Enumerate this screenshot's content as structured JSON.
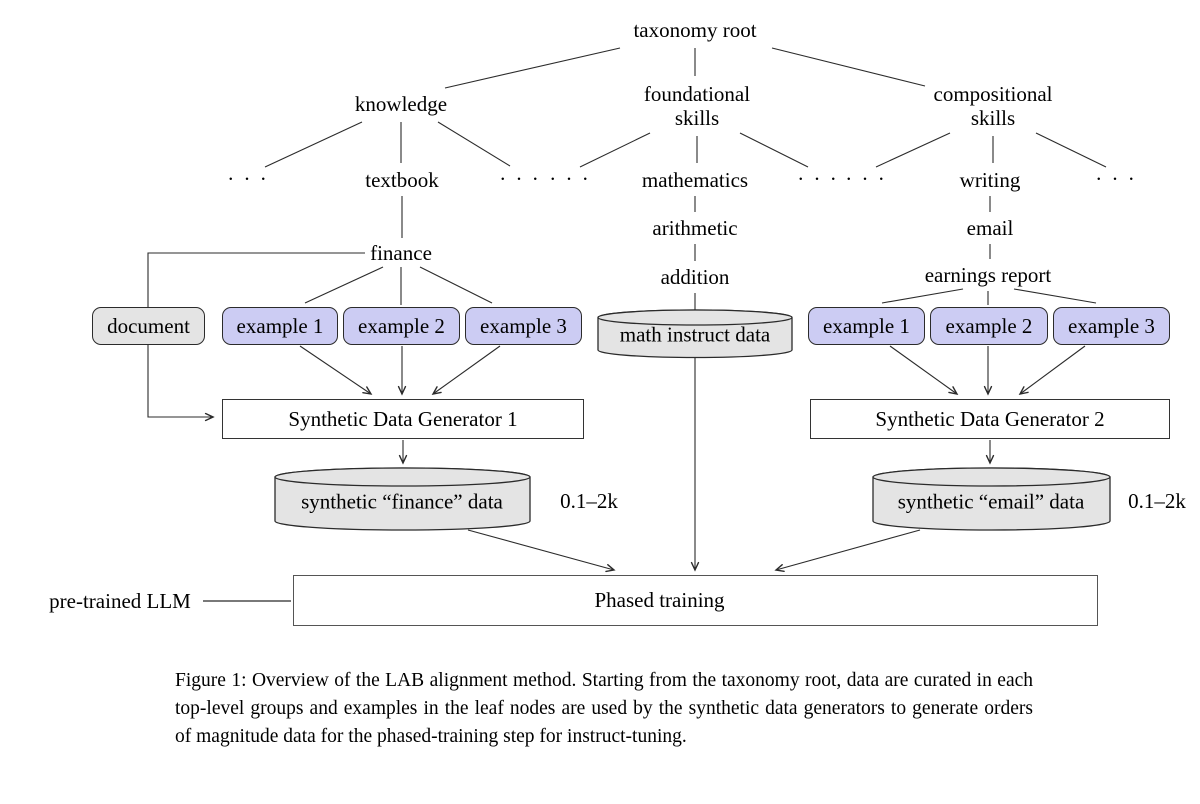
{
  "tree": {
    "root": "taxonomy root",
    "ellipsis": "· · ·",
    "knowledge": {
      "label": "knowledge",
      "child": "textbook",
      "leaf": "finance"
    },
    "foundational": {
      "label": "foundational skills",
      "child": "mathematics",
      "sub1": "arithmetic",
      "sub2": "addition"
    },
    "compositional": {
      "label": "compositional skills",
      "child": "writing",
      "sub1": "email",
      "sub2": "earnings report"
    }
  },
  "pipeline_left": {
    "document": "document",
    "examples": [
      "example 1",
      "example 2",
      "example 3"
    ],
    "generator": "Synthetic Data Generator 1",
    "datastore": "synthetic “finance” data",
    "range": "0.1–2k"
  },
  "pipeline_middle": {
    "datastore": "math instruct data"
  },
  "pipeline_right": {
    "examples": [
      "example 1",
      "example 2",
      "example 3"
    ],
    "generator": "Synthetic Data Generator 2",
    "datastore": "synthetic “email” data",
    "range": "0.1–2k"
  },
  "training": {
    "pretrained": "pre-trained LLM",
    "phase_box": "Phased training"
  },
  "caption": "Figure 1: Overview of the LAB alignment method. Starting from the taxonomy root, data are curated in each top-level groups and examples in the leaf nodes are used by the synthetic data generators to generate orders of magnitude data for the phased-training step for instruct-tuning.",
  "colors": {
    "example_fill": "#ccccf3",
    "datastore_fill": "#e4e4e4",
    "line_color": "#2b2b2b"
  }
}
